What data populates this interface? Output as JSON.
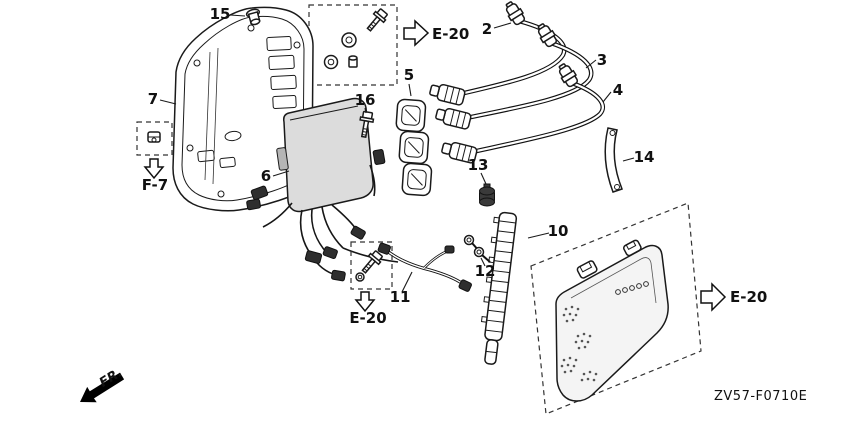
{
  "diagram": {
    "code": "ZV57-F0710E",
    "front_marker": "FR."
  },
  "references": {
    "e20": "E-20",
    "f7": "F-7"
  },
  "callouts": {
    "c2": "2",
    "c3": "3",
    "c4": "4",
    "c5": "5",
    "c6": "6",
    "c7": "7",
    "c10": "10",
    "c11": "11",
    "c12": "12",
    "c13": "13",
    "c14": "14",
    "c15": "15",
    "c16": "16"
  }
}
